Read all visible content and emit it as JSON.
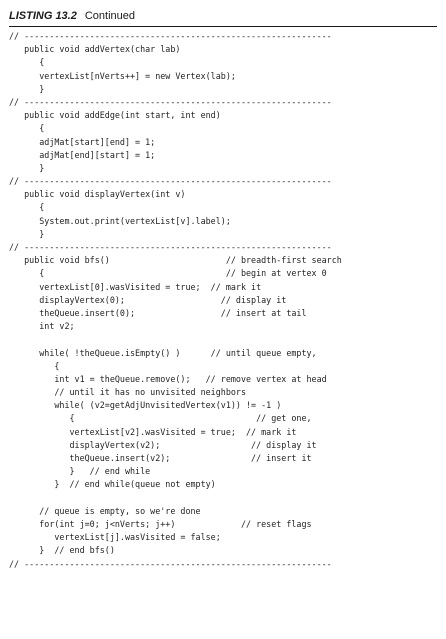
{
  "header": {
    "label": "LISTING 13.2",
    "status": "Continued"
  },
  "code_lines": [
    "// -------------------------------------------------------------",
    "   public void addVertex(char lab)",
    "      {",
    "      vertexList[nVerts++] = new Vertex(lab);",
    "      }",
    "// -------------------------------------------------------------",
    "   public void addEdge(int start, int end)",
    "      {",
    "      adjMat[start][end] = 1;",
    "      adjMat[end][start] = 1;",
    "      }",
    "// -------------------------------------------------------------",
    "   public void displayVertex(int v)",
    "      {",
    "      System.out.print(vertexList[v].label);",
    "      }",
    "// -------------------------------------------------------------",
    "   public void bfs()                       // breadth-first search",
    "      {                                    // begin at vertex 0",
    "      vertexList[0].wasVisited = true;  // mark it",
    "      displayVertex(0);                   // display it",
    "      theQueue.insert(0);                 // insert at tail",
    "      int v2;",
    "",
    "      while( !theQueue.isEmpty() )      // until queue empty,",
    "         {",
    "         int v1 = theQueue.remove();   // remove vertex at head",
    "         // until it has no unvisited neighbors",
    "         while( (v2=getAdjUnvisitedVertex(v1)) != -1 )",
    "            {                                    // get one,",
    "            vertexList[v2].wasVisited = true;  // mark it",
    "            displayVertex(v2);                  // display it",
    "            theQueue.insert(v2);                // insert it",
    "            }   // end while",
    "         }  // end while(queue not empty)",
    "",
    "      // queue is empty, so we're done",
    "      for(int j=0; j<nVerts; j++)             // reset flags",
    "         vertexList[j].wasVisited = false;",
    "      }  // end bfs()",
    "// -------------------------------------------------------------"
  ]
}
